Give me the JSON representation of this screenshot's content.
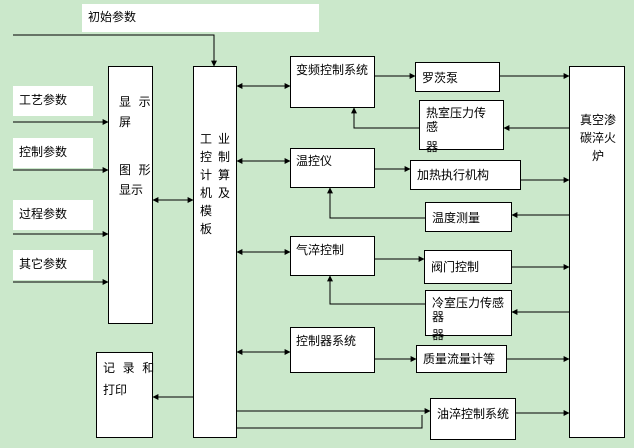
{
  "inputs": {
    "initial": "初始参数",
    "process": "工艺参数",
    "control": "控制参数",
    "procedure": "过程参数",
    "other": "其它参数"
  },
  "display": {
    "line1": "显  示",
    "line2": "屏",
    "line3": "图  形",
    "line4": "显示"
  },
  "computer": {
    "col_left": "工\n\n控\n\n计\n\n机\n\n模\n\n板",
    "col_right": "业\n\n制\n\n算\n\n及"
  },
  "record": {
    "line1": "记  录  和",
    "line2": "打印"
  },
  "systems": {
    "vfd": "变频控制系统",
    "temp_ctrl": "温控仪",
    "quench_gas": "气淬控制",
    "controller": "控制器系统",
    "oil_quench": "油淬控制系统"
  },
  "devices": {
    "roots_pump": "罗茨泵",
    "hot_sensor_1": "热室压力传感",
    "hot_sensor_2": "器",
    "heater": "加热执行机构",
    "temp_measure": "温度测量",
    "valve": "阀门控制",
    "cold_sensor_1": "冷室压力传感器",
    "cold_sensor_2": "器",
    "mass_flow": "质量流量计等"
  },
  "furnace": {
    "line1": "真空渗",
    "line2": "碳淬火",
    "line3": "炉"
  },
  "colors": {
    "background": "#cbe8cb",
    "box_fill": "#ffffff",
    "line": "#000000"
  }
}
